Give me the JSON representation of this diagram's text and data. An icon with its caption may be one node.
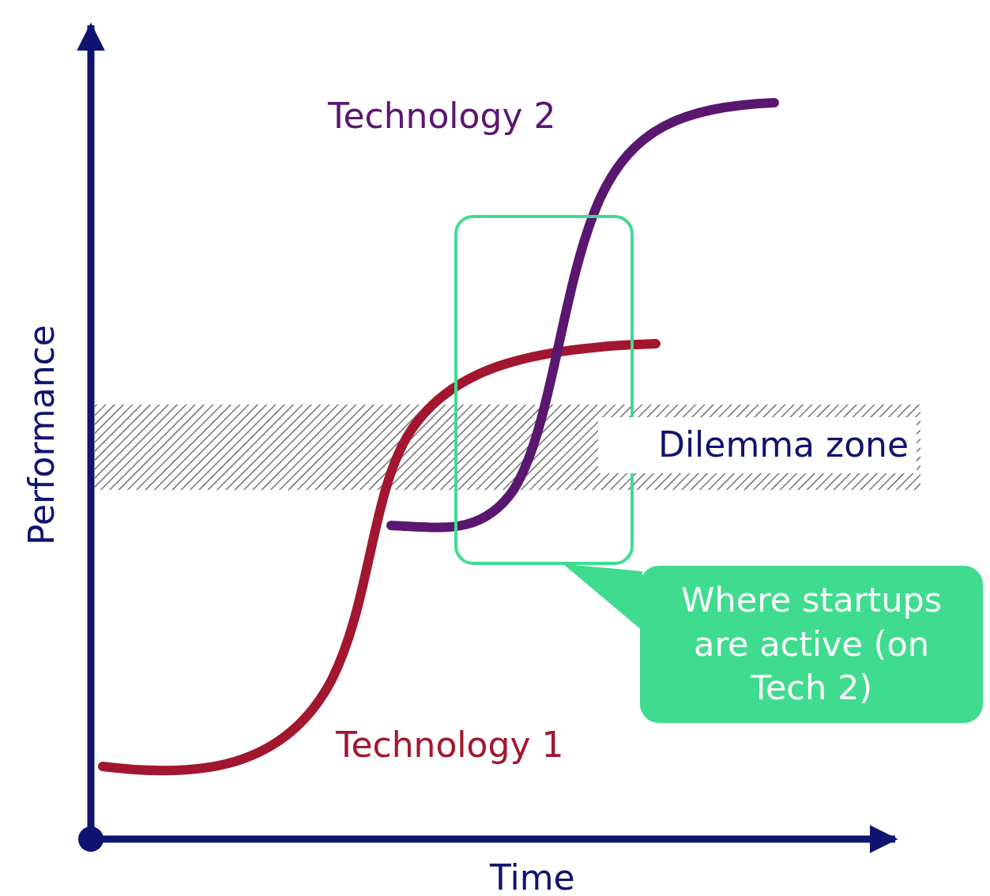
{
  "diagram": {
    "nodes": [
      {
        "text": [],
        "shape": "box"
      },
      {
        "text": [
          "Where startups are active (on Tech 2)"
        ]
      }
    ],
    "edges": [
      {
        "from": 1,
        "to": 0,
        "arrow": "to"
      }
    ],
    "labels": [
      "Technology 2",
      "Performance",
      "Dilemma zone",
      "Technology 1",
      "Time"
    ]
  }
}
